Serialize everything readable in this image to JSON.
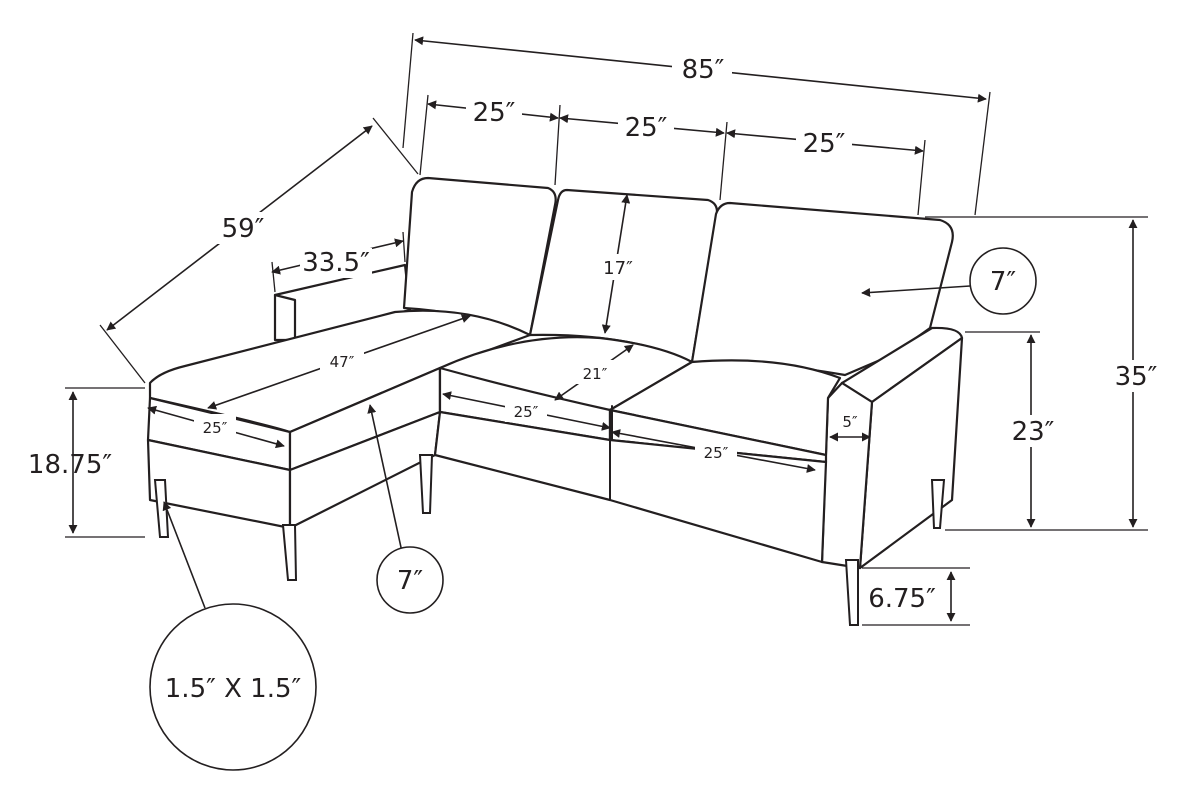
{
  "dimensions": {
    "overall_width": "85″",
    "seat_segment_left": "25″",
    "seat_segment_middle": "25″",
    "seat_segment_right": "25″",
    "chaise_depth": "59″",
    "chaise_arm_length": "33.5″",
    "back_cushion_height": "17″",
    "back_pillow_thickness": "7″",
    "overall_height": "35″",
    "arm_height": "23″",
    "chaise_length": "47″",
    "seat_depth": "21″",
    "chaise_width": "25″",
    "seat_cushion_left_width": "25″",
    "seat_cushion_right_width": "25″",
    "arm_width": "5″",
    "seat_height": "18.75″",
    "leg_height": "6.75″",
    "chaise_cushion_thickness": "7″",
    "leg_profile": "1.5″ X 1.5″"
  },
  "colors": {
    "line": "#231f20",
    "background": "#ffffff"
  }
}
